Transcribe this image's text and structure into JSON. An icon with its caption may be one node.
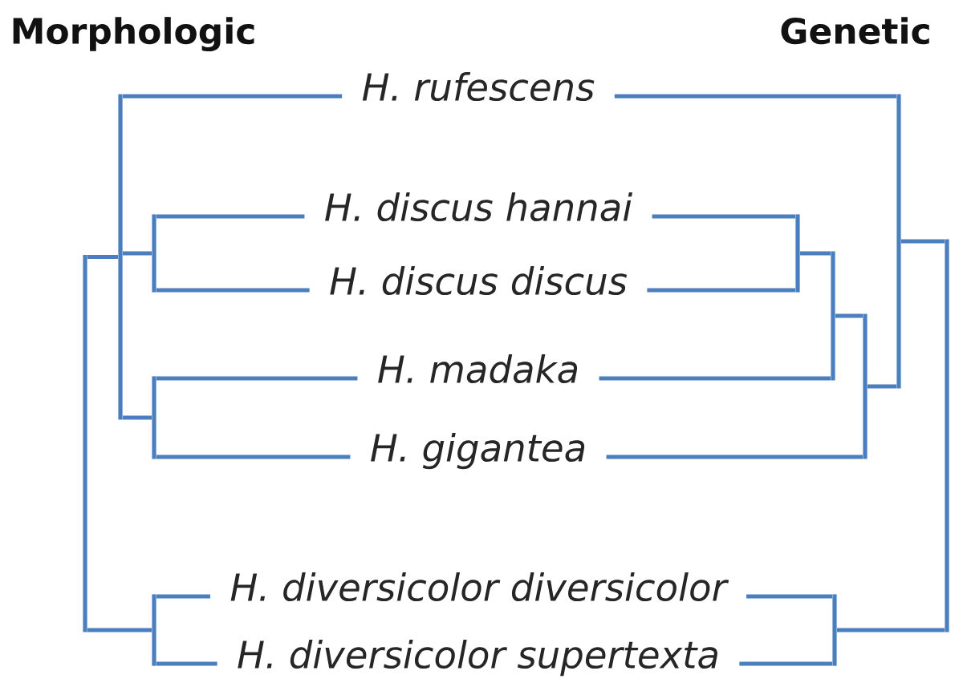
{
  "diagram": {
    "nodes": [
      {
        "text": [
          "H. rufescens"
        ]
      },
      {
        "text": [
          "H. discus hannai"
        ]
      },
      {
        "text": [
          "H. discus discus"
        ]
      },
      {
        "text": [
          "H. madaka"
        ]
      },
      {
        "text": [
          "H. gigantea"
        ]
      },
      {
        "text": [
          "H. diversicolor diversicolor"
        ]
      },
      {
        "text": [
          "H. diversicolor supertexta"
        ]
      },
      {
        "text": [],
        "shape": "bar"
      },
      {
        "text": [],
        "shape": "bar"
      },
      {
        "text": [],
        "shape": "bar"
      },
      {
        "text": [],
        "shape": "bar"
      },
      {
        "text": [],
        "shape": "bar"
      },
      {
        "text": [],
        "shape": "bar"
      },
      {
        "text": [],
        "shape": "bar"
      },
      {
        "text": [],
        "shape": "bar"
      },
      {
        "text": [],
        "shape": "bar"
      },
      {
        "text": [],
        "shape": "bar"
      },
      {
        "text": [],
        "shape": "bar"
      }
    ],
    "edges": [
      {
        "from": 7,
        "to": 8,
        "arrow": "none"
      },
      {
        "from": 7,
        "to": 11,
        "arrow": "none"
      },
      {
        "from": 8,
        "to": 0,
        "arrow": "none"
      },
      {
        "from": 8,
        "to": 9,
        "arrow": "none"
      },
      {
        "from": 8,
        "to": 10,
        "arrow": "none"
      },
      {
        "from": 9,
        "to": 1,
        "arrow": "none"
      },
      {
        "from": 9,
        "to": 2,
        "arrow": "none"
      },
      {
        "from": 10,
        "to": 3,
        "arrow": "none"
      },
      {
        "from": 10,
        "to": 4,
        "arrow": "none"
      },
      {
        "from": 11,
        "to": 5,
        "arrow": "none"
      },
      {
        "from": 11,
        "to": 6,
        "arrow": "none"
      },
      {
        "from": 12,
        "to": 13,
        "arrow": "none"
      },
      {
        "from": 12,
        "to": 17,
        "arrow": "none"
      },
      {
        "from": 13,
        "to": 0,
        "arrow": "none"
      },
      {
        "from": 13,
        "to": 14,
        "arrow": "none"
      },
      {
        "from": 14,
        "to": 15,
        "arrow": "none"
      },
      {
        "from": 14,
        "to": 4,
        "arrow": "none"
      },
      {
        "from": 15,
        "to": 16,
        "arrow": "none"
      },
      {
        "from": 15,
        "to": 3,
        "arrow": "none"
      },
      {
        "from": 16,
        "to": 1,
        "arrow": "none"
      },
      {
        "from": 16,
        "to": 2,
        "arrow": "none"
      },
      {
        "from": 17,
        "to": 5,
        "arrow": "none"
      },
      {
        "from": 17,
        "to": 6,
        "arrow": "none"
      }
    ],
    "labels": [
      "Morphologic",
      "Genetic"
    ]
  }
}
